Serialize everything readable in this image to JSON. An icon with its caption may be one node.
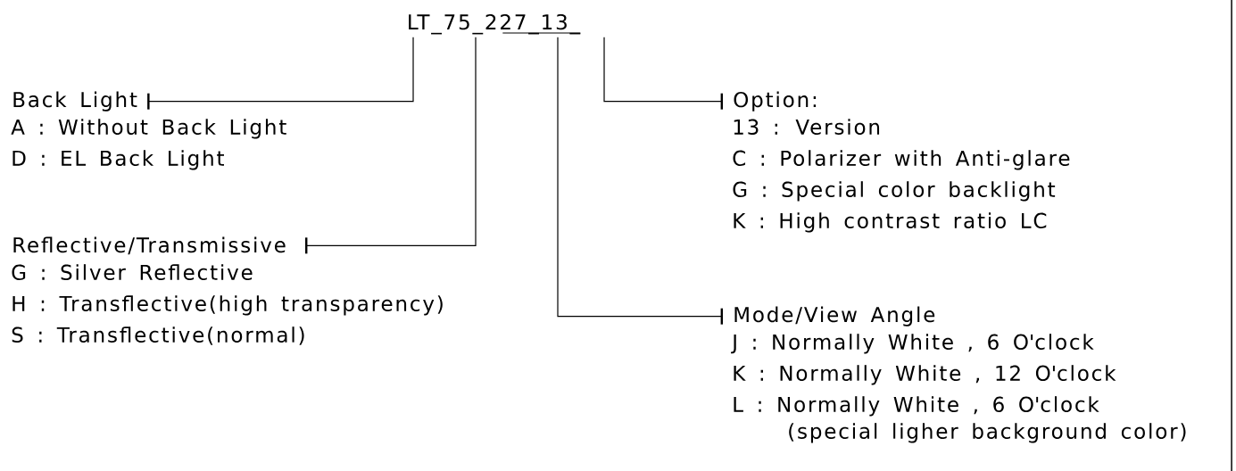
{
  "diagram": {
    "nodes": [
      {
        "text": [
          "LT_75_227_13_"
        ]
      },
      {
        "text": [
          "Back Light"
        ],
        "beside": [
          "A : Without Back Light",
          "D : EL Back Light"
        ]
      },
      {
        "text": [
          "Reflective/Transmissive"
        ],
        "beside": [
          "G : Silver Reflective",
          "H : Transflective(high transparency)",
          "S : Transflective(normal)"
        ]
      },
      {
        "text": [
          "Option:"
        ],
        "beside": [
          "13 : Version",
          "C : Polarizer with Anti-glare",
          "G : Special color backlight",
          "K : High contrast ratio LC"
        ]
      },
      {
        "text": [
          "Mode/View Angle"
        ],
        "beside": [
          "J : Normally White , 6 O'clock",
          "K : Normally White , 12 O'clock",
          "L : Normally White , 6 O'clock (special ligher background color)"
        ]
      }
    ],
    "edges": [
      {
        "from": 0,
        "to": 1,
        "arrow": "other"
      },
      {
        "from": 0,
        "to": 2,
        "arrow": "other"
      },
      {
        "from": 0,
        "to": 4,
        "arrow": "other"
      },
      {
        "from": 0,
        "to": 3,
        "arrow": "other"
      }
    ]
  }
}
